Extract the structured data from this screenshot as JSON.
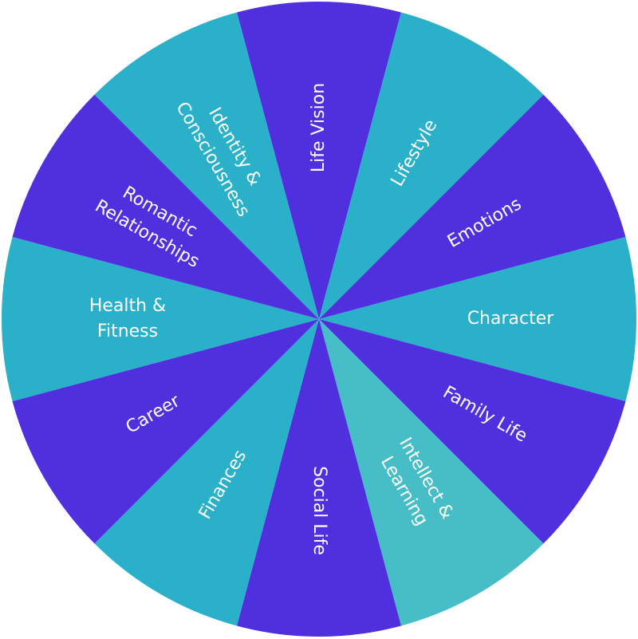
{
  "wheel": {
    "colors": {
      "purple": "#4f2fde",
      "teal": "#2bb0c9",
      "light_teal": "#47bec7",
      "label": "#ffffff"
    },
    "segments": [
      {
        "id": "life-vision",
        "label_lines": [
          "Life Vision"
        ],
        "color": "purple"
      },
      {
        "id": "lifestyle",
        "label_lines": [
          "Lifestyle"
        ],
        "color": "teal"
      },
      {
        "id": "emotions",
        "label_lines": [
          "Emotions"
        ],
        "color": "purple"
      },
      {
        "id": "character",
        "label_lines": [
          "Character"
        ],
        "color": "teal"
      },
      {
        "id": "family-life",
        "label_lines": [
          "Family Life"
        ],
        "color": "purple"
      },
      {
        "id": "intellect-learning",
        "label_lines": [
          "Intellect &",
          "Learning"
        ],
        "color": "light_teal"
      },
      {
        "id": "social-life",
        "label_lines": [
          "Social Life"
        ],
        "color": "purple"
      },
      {
        "id": "finances",
        "label_lines": [
          "Finances"
        ],
        "color": "teal"
      },
      {
        "id": "career",
        "label_lines": [
          "Career"
        ],
        "color": "purple"
      },
      {
        "id": "health-fitness",
        "label_lines": [
          "Health &",
          "Fitness"
        ],
        "color": "teal"
      },
      {
        "id": "romantic-relationships",
        "label_lines": [
          "Romantic",
          "Relationships"
        ],
        "color": "purple"
      },
      {
        "id": "identity-consciousness",
        "label_lines": [
          "Identity &",
          "Consciousness"
        ],
        "color": "teal"
      }
    ]
  }
}
